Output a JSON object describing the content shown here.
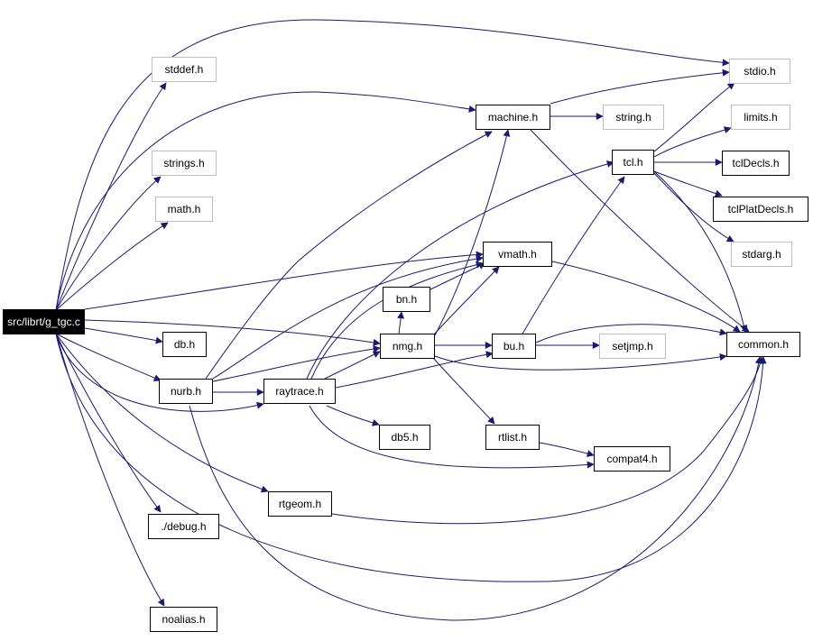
{
  "nodes": {
    "root": "src/librt/g_tgc.c",
    "stdio": "stdio.h",
    "stddef": "stddef.h",
    "machine": "machine.h",
    "string": "string.h",
    "limits": "limits.h",
    "strings": "strings.h",
    "tcl": "tcl.h",
    "tclDecls": "tclDecls.h",
    "tclPlatDecls": "tclPlatDecls.h",
    "math": "math.h",
    "stdarg": "stdarg.h",
    "vmath": "vmath.h",
    "bn": "bn.h",
    "nmg": "nmg.h",
    "bu": "bu.h",
    "setjmp": "setjmp.h",
    "common": "common.h",
    "db": "db.h",
    "nurb": "nurb.h",
    "raytrace": "raytrace.h",
    "db5": "db5.h",
    "rtlist": "rtlist.h",
    "compat4": "compat4.h",
    "rtgeom": "rtgeom.h",
    "debug": "./debug.h",
    "noalias": "noalias.h"
  },
  "colors": {
    "edge": "#191970",
    "missing_border": "#bfbfbf",
    "root_fill": "#000000"
  }
}
